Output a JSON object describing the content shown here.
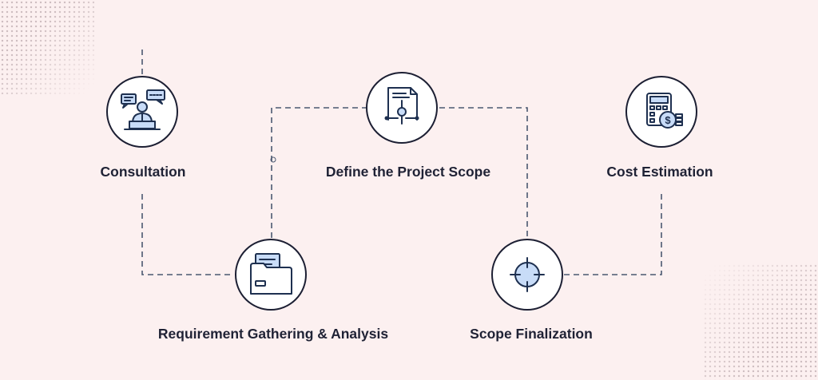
{
  "colors": {
    "background": "#fcf0f0",
    "connector": "#4a5870",
    "circle_border": "#1c1f33",
    "icon_stroke": "#1e3050",
    "icon_fill": "#c8dcf8",
    "label_text": "#1f2235"
  },
  "steps": [
    {
      "label": "Consultation",
      "icon": "consultation-icon"
    },
    {
      "label": "Requirement Gathering & Analysis",
      "icon": "folder-document-icon"
    },
    {
      "label": "Define the Project Scope",
      "icon": "scope-document-icon"
    },
    {
      "label": "Scope Finalization",
      "icon": "target-crosshair-icon"
    },
    {
      "label": "Cost Estimation",
      "icon": "calculator-coin-icon"
    }
  ]
}
